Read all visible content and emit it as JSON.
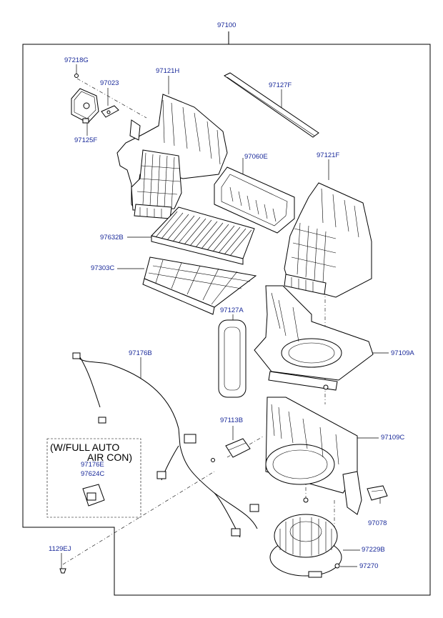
{
  "labels": {
    "assembly": "97100",
    "screw_top": "97218G",
    "actuator_link": "97023",
    "case_left": "97121H",
    "filter_cover_strip": "97127F",
    "actuator": "97125F",
    "cover_upper": "97060E",
    "case_right": "97121F",
    "filter": "97632B",
    "filter_holder": "97303C",
    "seal": "97127A",
    "blower_upper": "97109A",
    "harness": "97176B",
    "resistor": "97113B",
    "blower_lower": "97109C",
    "harness_auto": "97176E",
    "connector_auto": "97624C",
    "relay": "97078",
    "fastener": "1129EJ",
    "motor": "97229B",
    "screw_bottom": "97270"
  },
  "note": {
    "line1": "(W/FULL AUTO",
    "line2": "AIR CON)"
  }
}
